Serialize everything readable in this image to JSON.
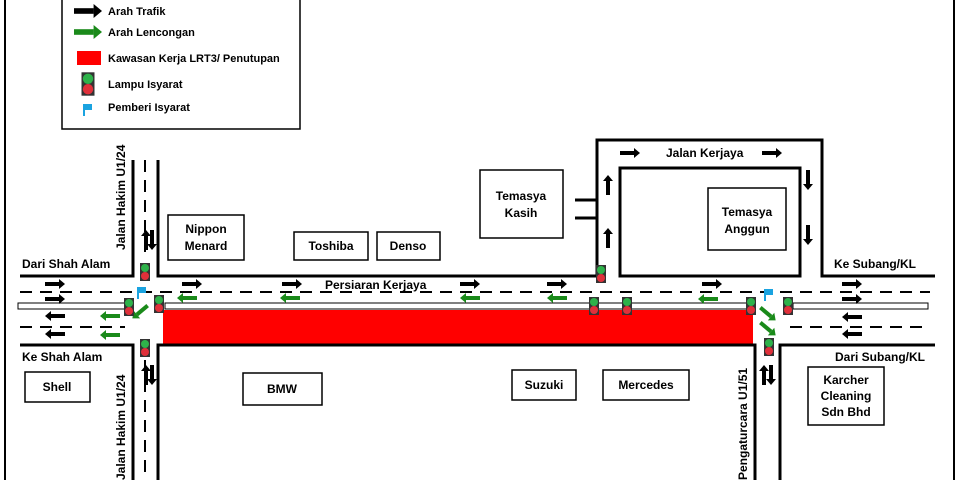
{
  "legend": {
    "items": [
      {
        "label": "Arah Trafik",
        "icon": "black-arrow-icon"
      },
      {
        "label": "Arah Lencongan",
        "icon": "green-arrow-icon"
      },
      {
        "label": "Kawasan  Kerja LRT3/ Penutupan",
        "icon": "red-block-icon"
      },
      {
        "label": "Lampu Isyarat",
        "icon": "traffic-light-icon"
      },
      {
        "label": "Pemberi Isyarat",
        "icon": "flag-icon"
      }
    ]
  },
  "roads": {
    "persiaran": "Persiaran Kerjaya",
    "jalan_kerjaya": "Jalan Kerjaya",
    "hakim_top": "Jalan Hakim U1/24",
    "hakim_bottom": "Jalan Hakim U1/24",
    "pengaturcara": "Pengaturcara U1/51"
  },
  "directions": {
    "dari_shah_alam": "Dari Shah Alam",
    "ke_shah_alam": "Ke Shah Alam",
    "ke_subang": "Ke Subang/KL",
    "dari_subang": "Dari Subang/KL"
  },
  "buildings": {
    "nippon": [
      "Nippon",
      "Menard"
    ],
    "toshiba": "Toshiba",
    "denso": "Denso",
    "kasih": [
      "Temasya",
      "Kasih"
    ],
    "anggun": [
      "Temasya",
      "Anggun"
    ],
    "shell": "Shell",
    "bmw": "BMW",
    "suzuki": "Suzuki",
    "mercedes": "Mercedes",
    "karcher": [
      "Karcher",
      "Cleaning",
      "Sdn Bhd"
    ]
  },
  "colors": {
    "traffic": "#000000",
    "detour": "#1a8a1a",
    "work_zone": "#ff0000",
    "flag": "#1aa3e0",
    "light_green": "#2eb24a",
    "light_red": "#e0303a"
  }
}
